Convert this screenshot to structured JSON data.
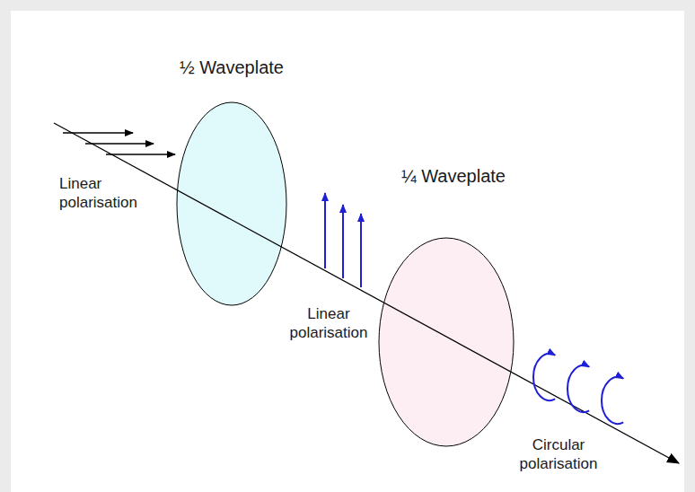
{
  "diagram": {
    "nodes": [
      {
        "text": [
          "½ Waveplate"
        ]
      },
      {
        "text": [
          "¼ Waveplate"
        ]
      }
    ],
    "labels": [
      "Linear polarisation",
      "Linear polarisation",
      "Circular polarisation"
    ]
  }
}
